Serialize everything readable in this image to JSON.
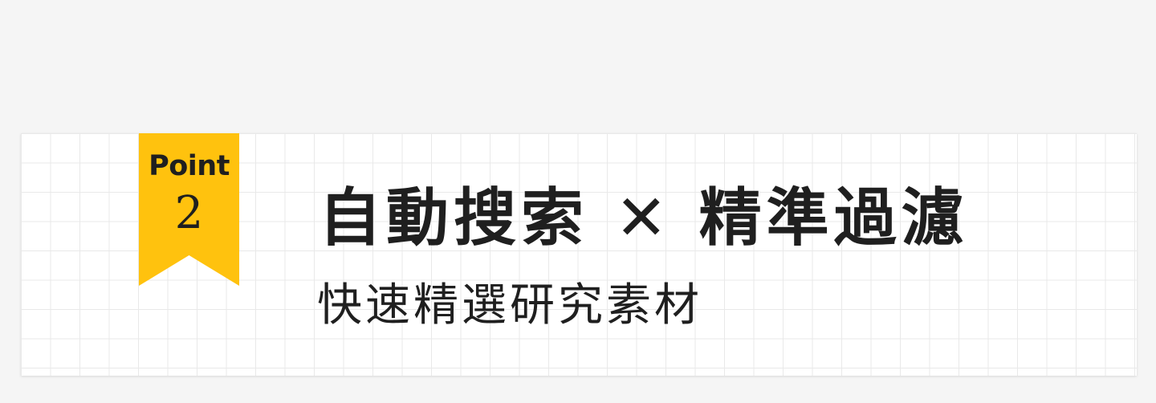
{
  "badge": {
    "label": "Point",
    "number": "2",
    "color": "#FFC20E"
  },
  "headline": "自動搜索 ✕ 精準過濾",
  "subheadline": "快速精選研究素材",
  "colors": {
    "background": "#f5f5f5",
    "card": "#ffffff",
    "grid": "#e9e9e9",
    "text": "#1f1f1f"
  }
}
